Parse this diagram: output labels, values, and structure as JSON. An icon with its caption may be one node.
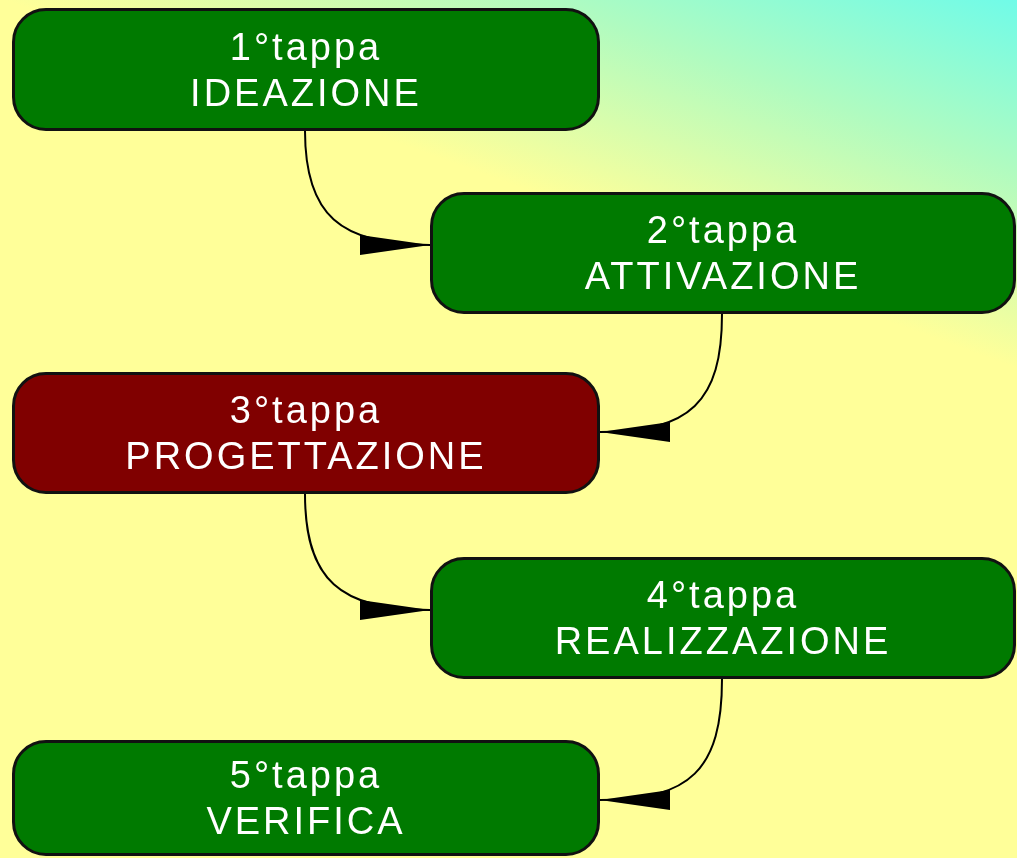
{
  "diagram": {
    "nodes": [
      {
        "text": [
          "1°tappa",
          "IDEAZIONE"
        ]
      },
      {
        "text": [
          "2°tappa",
          "ATTIVAZIONE"
        ]
      },
      {
        "text": [
          "3°tappa",
          "PROGETTAZIONE"
        ]
      },
      {
        "text": [
          "4°tappa",
          "REALIZZAZIONE"
        ]
      },
      {
        "text": [
          "5°tappa",
          "VERIFICA"
        ]
      }
    ],
    "edges": [
      {
        "from": 0,
        "to": 1,
        "arrow": "to"
      },
      {
        "from": 1,
        "to": 2,
        "arrow": "to"
      },
      {
        "from": 2,
        "to": 3,
        "arrow": "to"
      },
      {
        "from": 3,
        "to": 4,
        "arrow": "to"
      }
    ]
  }
}
